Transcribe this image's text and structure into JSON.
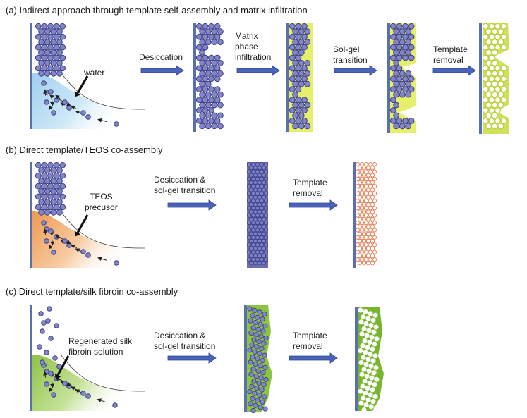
{
  "panels": [
    {
      "title": "(a) Indirect approach through template self-assembly and matrix infiltration",
      "liquid_label": "water",
      "steps": [
        "Desiccation",
        "Matrix\nphase\ninfiltration",
        "Sol-gel\ntransition",
        "Template\nremoval"
      ]
    },
    {
      "title": "(b) Direct template/TEOS co-assembly",
      "liquid_label": "TEOS\nprecusor",
      "steps": [
        "Desiccation &\nsol-gel transition",
        "Template\nremoval"
      ]
    },
    {
      "title": "(c) Direct template/silk fibroin co-assembly",
      "liquid_label": "Regenerated silk\nfibroin solution",
      "steps": [
        "Desiccation &\nsol-gel transition",
        "Template\nremoval"
      ]
    }
  ],
  "colors": {
    "substrate": "#5a6fb0",
    "sphere_fill": "#8386c4",
    "sphere_stroke": "#3a3d88",
    "arrow": "#4a63b8",
    "water": "#9fd0ee",
    "teos": "#f0a25c",
    "silk": "#95c54a",
    "matrix_yellow": "#e6ef6a",
    "silica_pore": "#e87a4e",
    "silk_matrix": "#8cc63f"
  }
}
